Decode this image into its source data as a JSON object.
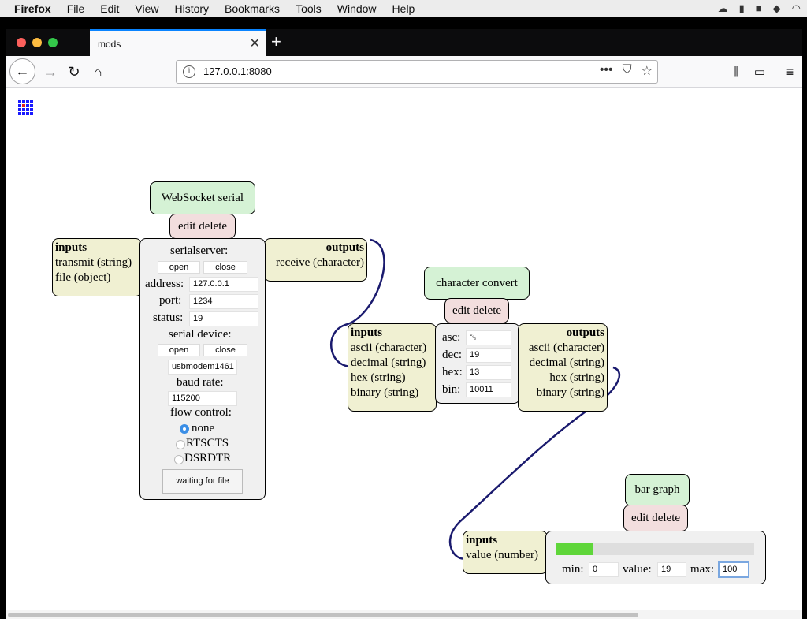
{
  "menubar": {
    "app": "Firefox",
    "items": [
      "File",
      "Edit",
      "View",
      "History",
      "Bookmarks",
      "Tools",
      "Window",
      "Help"
    ]
  },
  "browser": {
    "tab_title": "mods",
    "url": "127.0.0.1:8080",
    "url_actions": "•••"
  },
  "websocket_serial": {
    "title": "WebSocket serial",
    "edit_delete": "edit delete",
    "inputs": {
      "heading": "inputs",
      "rows": [
        "transmit (string)",
        "file (object)"
      ]
    },
    "outputs": {
      "heading": "outputs",
      "rows": [
        "receive (character)"
      ]
    },
    "serialserver_label": "serialserver:",
    "open_label": "open",
    "close_label": "close",
    "address_label": "address:",
    "address_value": "127.0.0.1",
    "port_label": "port:",
    "port_value": "1234",
    "status_label": "status:",
    "status_value": "19",
    "serial_device_label": "serial device:",
    "device_value": "usbmodem1461",
    "baud_rate_label": "baud rate:",
    "baud_rate_value": "115200",
    "flow_control_label": "flow control:",
    "flow_options": [
      "none",
      "RTSCTS",
      "DSRDTR"
    ],
    "flow_selected": "none",
    "waiting_button": "waiting for file"
  },
  "character_convert": {
    "title": "character convert",
    "edit_delete": "edit delete",
    "inputs": {
      "heading": "inputs",
      "rows": [
        "ascii (character)",
        "decimal (string)",
        "hex (string)",
        "binary (string)"
      ]
    },
    "outputs": {
      "heading": "outputs",
      "rows": [
        "ascii (character)",
        "decimal (string)",
        "hex (string)",
        "binary (string)"
      ]
    },
    "asc_label": "asc:",
    "asc_value": "␓",
    "dec_label": "dec:",
    "dec_value": "19",
    "hex_label": "hex:",
    "hex_value": "13",
    "bin_label": "bin:",
    "bin_value": "10011"
  },
  "bar_graph": {
    "title": "bar graph",
    "edit_delete": "edit delete",
    "inputs": {
      "heading": "inputs",
      "rows": [
        "value (number)"
      ]
    },
    "min_label": "min:",
    "min_value": "0",
    "value_label": "value:",
    "value_value": "19",
    "max_label": "max:",
    "max_value": "100",
    "bar_fill_fraction": 0.19,
    "bar_color": "#5fd63a"
  },
  "colors": {
    "wire": "#1a1a6e",
    "module_title_bg": "#d5f2d5",
    "edit_delete_bg": "#f2dede",
    "io_bg": "#f0f0d2",
    "body_bg": "#f0f0f0"
  }
}
